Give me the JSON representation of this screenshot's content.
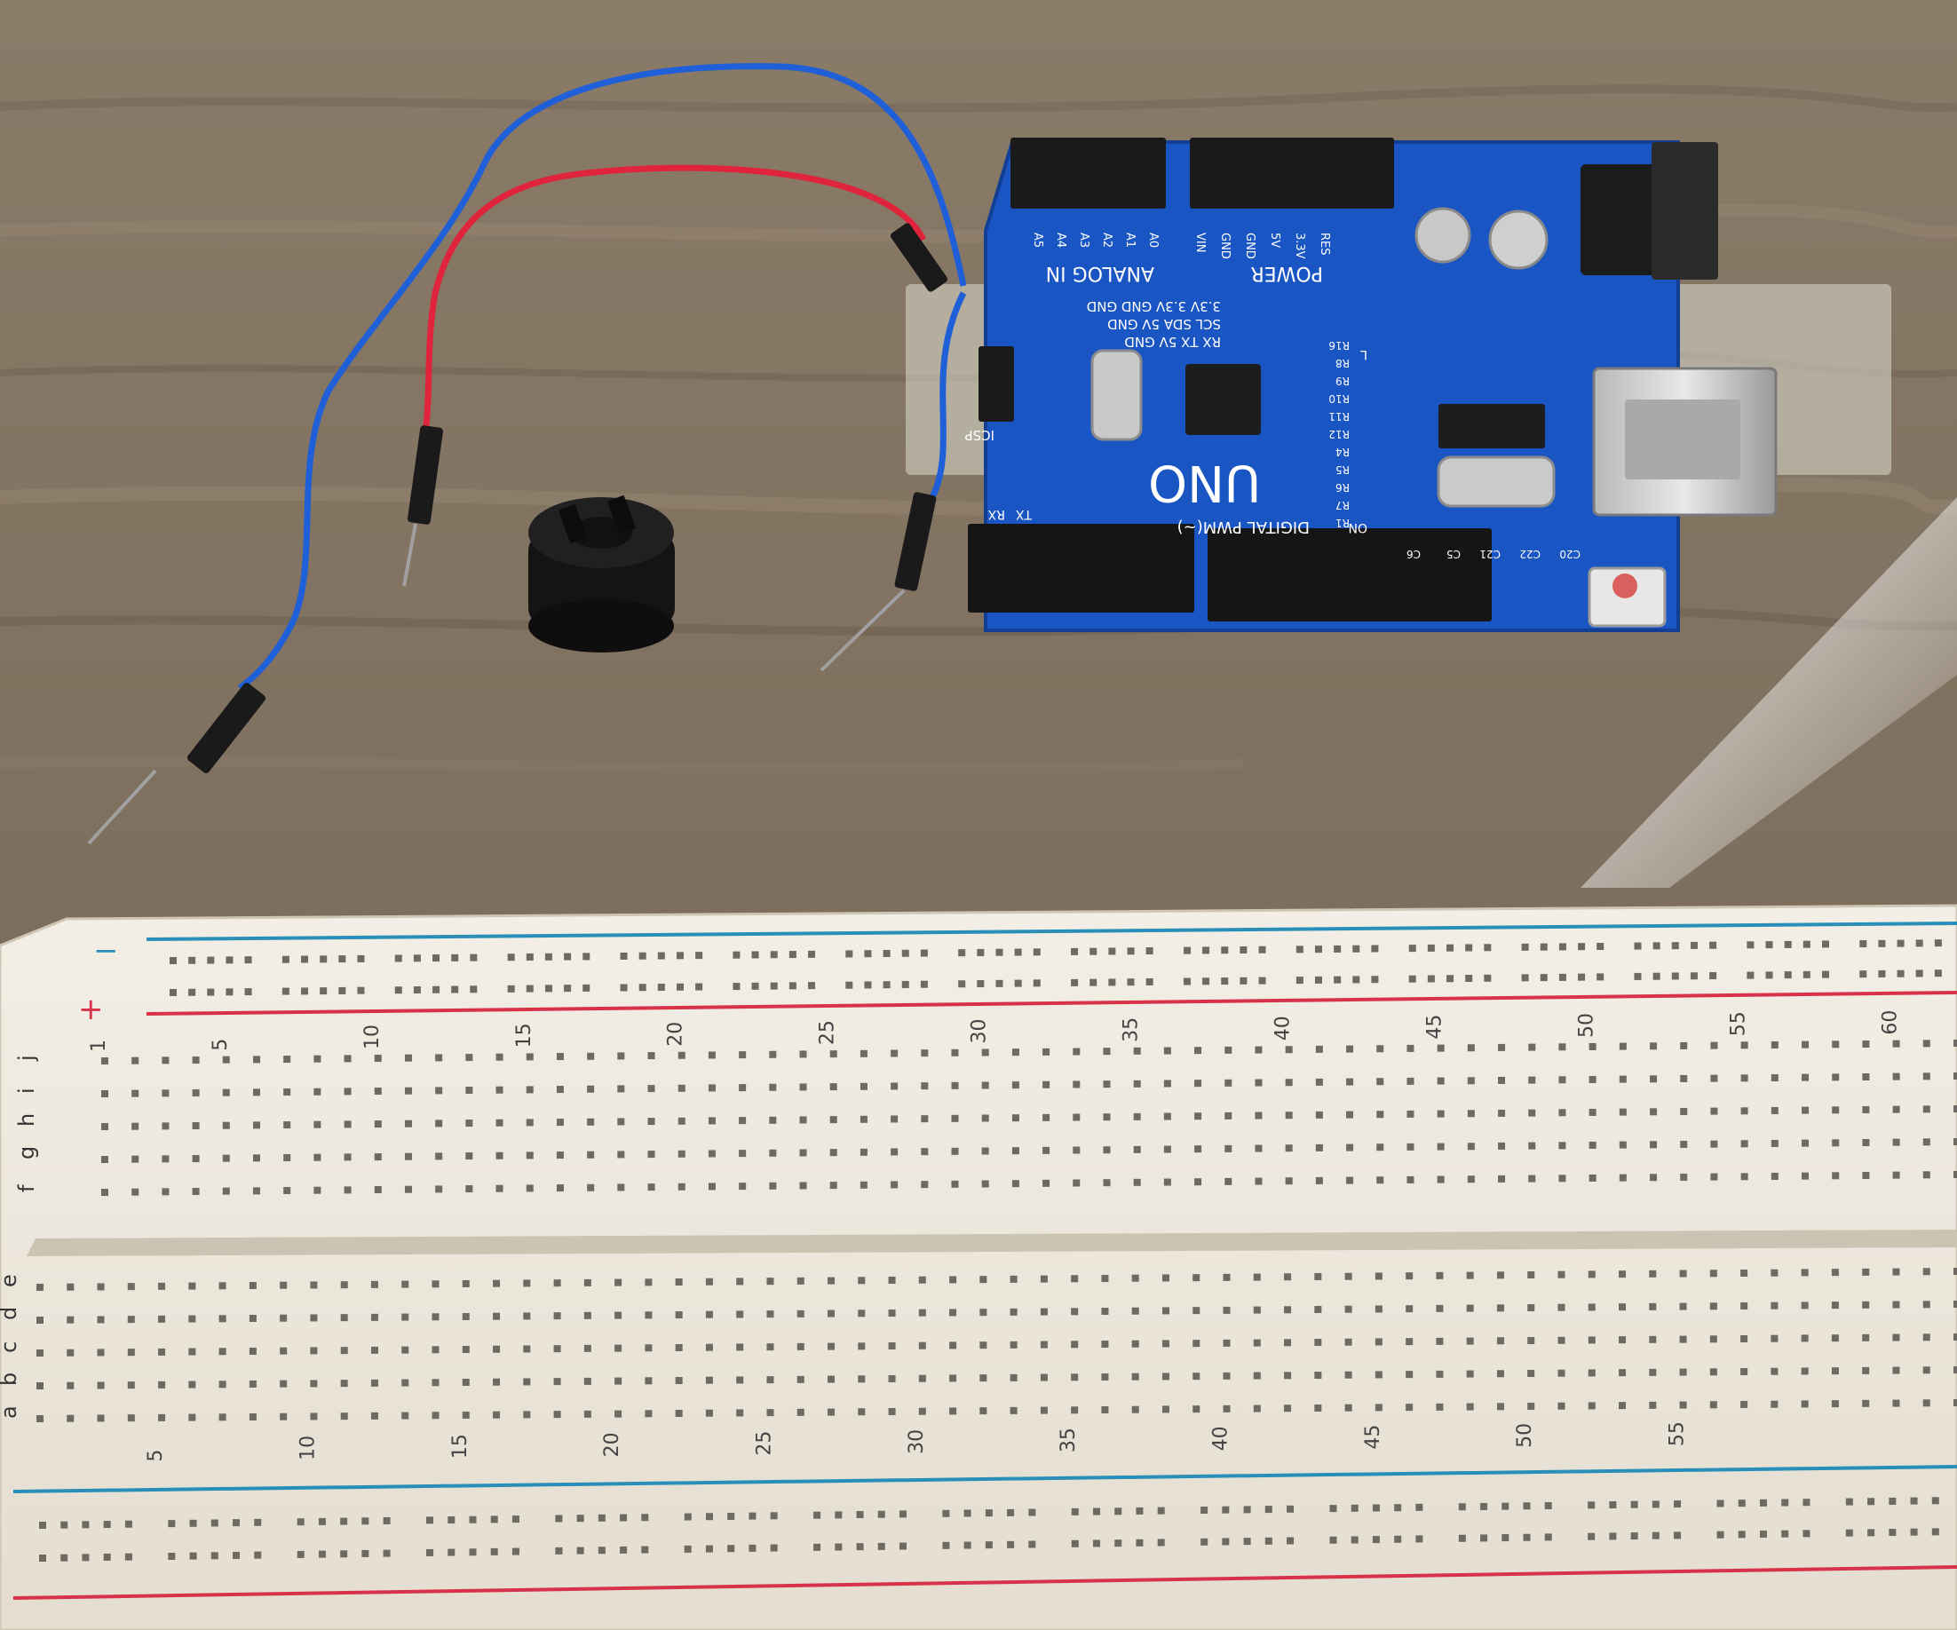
{
  "board": {
    "model": "UNO",
    "analog_in": "ANALOG IN",
    "power": "POWER",
    "digital": "DIGITAL PWM(~)",
    "analog_pins": [
      "A5",
      "A4",
      "A3",
      "A2",
      "A1",
      "A0"
    ],
    "power_pins": [
      "VIN",
      "GND",
      "GND",
      "5V",
      "3.3V",
      "RES"
    ],
    "header_row_1": "3.3V 3.3V GND GND",
    "header_row_2": "SCL SDA 5V GND",
    "header_row_3": "RX TX 5V GND",
    "icsp": "ICSP",
    "tx": "TX",
    "rx": "RX",
    "on": "ON",
    "l": "L",
    "resistors": [
      "R16",
      "R8",
      "R9",
      "R10",
      "R11",
      "R12",
      "R4",
      "R5",
      "R6",
      "R7",
      "R1"
    ],
    "cap_labels": [
      "C6",
      "C5",
      "C21",
      "C22",
      "C20"
    ],
    "board_color": "#1a55c4"
  },
  "breadboard": {
    "rail_minus": "−",
    "rail_plus": "+",
    "top_row_labels": [
      "j",
      "i",
      "h",
      "g",
      "f"
    ],
    "bottom_row_labels": [
      "e",
      "d",
      "c",
      "b",
      "a"
    ],
    "top_numbers": [
      "1",
      "5",
      "10",
      "15",
      "20",
      "25",
      "30",
      "35",
      "40",
      "45",
      "50",
      "55",
      "60"
    ],
    "bottom_numbers": [
      "5",
      "10",
      "15",
      "20",
      "25",
      "30",
      "35",
      "40",
      "45",
      "50",
      "55"
    ],
    "rail_blue": "#2a8fb8",
    "rail_red": "#d8324a"
  },
  "wires": {
    "blue": "#1f5fd8",
    "red": "#e0243c"
  }
}
